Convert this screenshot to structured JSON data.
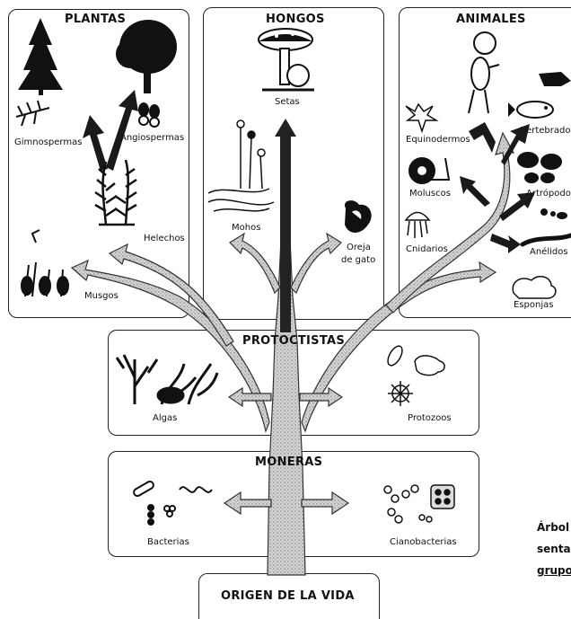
{
  "groups": {
    "plantas": "PLANTAS",
    "hongos": "HONGOS",
    "animales": "ANIMALES",
    "protoctistas": "PROTOCTISTAS",
    "moneras": "MONERAS",
    "origen": "ORIGEN DE LA VIDA"
  },
  "labels": {
    "gimnospermas": "Gimnospermas",
    "angiospermas": "Angiospermas",
    "helechos": "Helechos",
    "musgos": "Musgos",
    "setas": "Setas",
    "mohos": "Mohos",
    "oreja_1": "Oreja",
    "oreja_2": "de gato",
    "equinodermos": "Equinodermos",
    "vertebrados": "Vertebrados",
    "moluscos": "Moluscos",
    "artropodos": "Artrópodos",
    "cnidarios": "Cnidarios",
    "anelidos": "Anélidos",
    "esponjas": "Esponjas",
    "algas": "Algas",
    "protozoos": "Protozoos",
    "bacterias": "Bacterias",
    "cianobacterias": "Cianobacterias"
  },
  "caption": {
    "line1": "Árbol f",
    "line2": "sentan",
    "line3": "grupos"
  }
}
